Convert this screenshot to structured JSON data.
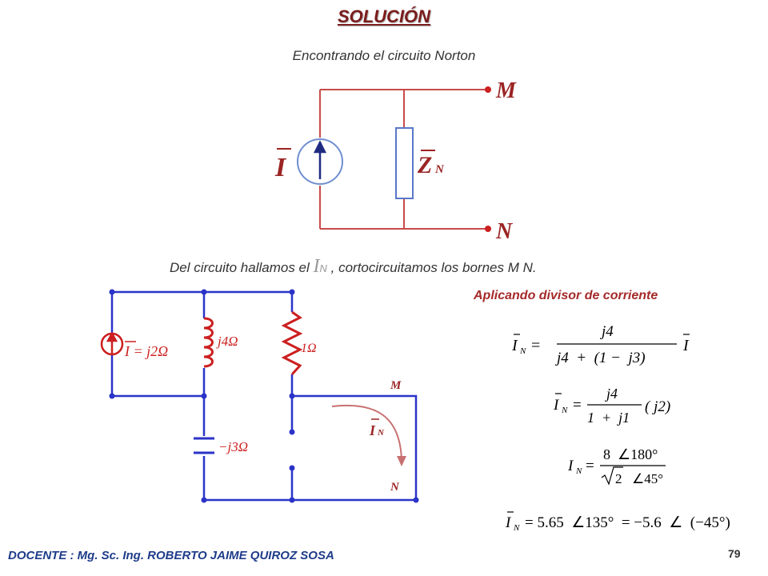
{
  "title": "SOLUCIÓN",
  "subtitle": "Encontrando el circuito Norton",
  "norton": {
    "current_symbol": "I",
    "impedance_symbol": "Z",
    "impedance_sub": "N",
    "terminal_top": "M",
    "terminal_bottom": "N"
  },
  "description": {
    "before": "Del circuito hallamos el ",
    "symbol": "I",
    "sub": "N",
    "after": " , cortocircuitamos los bornes M N."
  },
  "circuit": {
    "source_label": "I = j2Ω",
    "inductor_label": "j4Ω",
    "resistor_label": "1Ω",
    "capacitor_label": "−j3Ω",
    "terminal_top": "M",
    "terminal_bottom": "N",
    "current_label": "I",
    "current_sub": "N"
  },
  "method_heading": "Aplicando divisor de corriente",
  "equations": {
    "eq1": {
      "lhs": "I",
      "lhs_sub": "N",
      "num": "j4",
      "den": "j4  +  (1 −  j3)",
      "rhs": "I"
    },
    "eq2": {
      "lhs": "I",
      "lhs_sub": "N",
      "num": "j4",
      "den": "1  +  j1",
      "rhs": "( j2)"
    },
    "eq3": {
      "lhs": "I",
      "lhs_sub": "N",
      "num": "8  ∠180°",
      "den_root": "2",
      "den_angle": "∠45°"
    },
    "eq4": {
      "lhs": "I",
      "lhs_sub": "N",
      "rhs": "= 5.65  ∠135°  = −5.6  ∠  (−45°)"
    }
  },
  "footer": "DOCENTE : Mg. Sc. Ing. ROBERTO JAIME QUIROZ SOSA",
  "page_number": "79",
  "colors": {
    "norton_wire": "#c84a4a",
    "circuit_wire": "#2a33c8",
    "accent_red": "#cc1f1f"
  }
}
